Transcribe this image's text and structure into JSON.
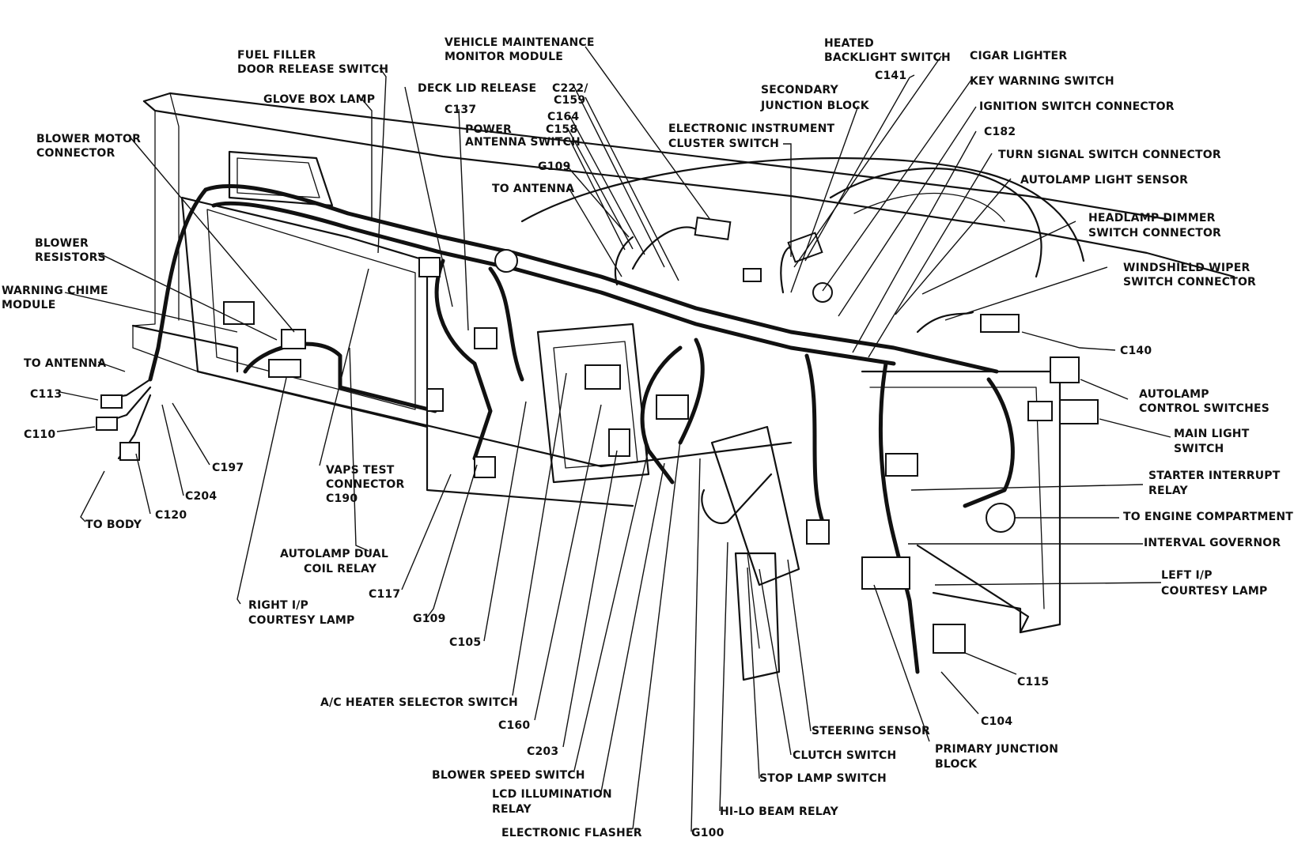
{
  "labels": [
    "FUEL FILLER",
    "DOOR RELEASE SWITCH",
    "GLOVE BOX LAMP",
    "VEHICLE MAINTENANCE",
    "MONITOR MODULE",
    "DECK LID RELEASE",
    "C137",
    "C222/",
    "C159",
    "C164",
    "C158",
    "POWER",
    "ANTENNA SWITCH",
    "G109",
    "TO ANTENNA",
    "ELECTRONIC INSTRUMENT",
    "CLUSTER SWITCH",
    "SECONDARY",
    "JUNCTION BLOCK",
    "HEATED",
    "BACKLIGHT SWITCH",
    "C141",
    "CIGAR LIGHTER",
    "KEY WARNING SWITCH",
    "IGNITION SWITCH CONNECTOR",
    "C182",
    "TURN SIGNAL SWITCH CONNECTOR",
    "AUTOLAMP LIGHT SENSOR",
    "HEADLAMP DIMMER",
    "SWITCH CONNECTOR",
    "WINDSHIELD WIPER",
    "SWITCH CONNECTOR",
    "C140",
    "AUTOLAMP",
    "CONTROL SWITCHES",
    "MAIN LIGHT",
    "SWITCH",
    "STARTER INTERRUPT",
    "RELAY",
    "TO ENGINE COMPARTMENT",
    "INTERVAL GOVERNOR",
    "LEFT I/P",
    "COURTESY LAMP",
    "C115",
    "C104",
    "PRIMARY JUNCTION",
    "BLOCK",
    "STEERING SENSOR",
    "CLUTCH SWITCH",
    "STOP LAMP SWITCH",
    "HI-LO BEAM RELAY",
    "G100",
    "ELECTRONIC FLASHER",
    "LCD ILLUMINATION",
    "RELAY",
    "BLOWER SPEED SWITCH",
    "C203",
    "C160",
    "A/C HEATER SELECTOR SWITCH",
    "C105",
    "G109",
    "C117",
    "AUTOLAMP DUAL",
    "COIL RELAY",
    "RIGHT I/P",
    "COURTESY LAMP",
    "VAPS TEST",
    "CONNECTOR",
    "C190",
    "BLOWER MOTOR",
    "CONNECTOR",
    "BLOWER",
    "RESISTORS",
    "WARNING CHIME",
    "MODULE",
    "TO ANTENNA",
    "C113",
    "C110",
    "C197",
    "C204",
    "C120",
    "TO BODY"
  ]
}
